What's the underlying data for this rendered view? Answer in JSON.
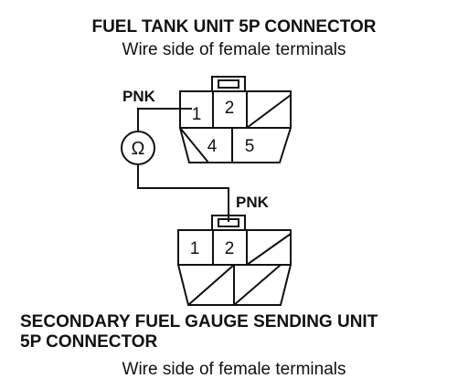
{
  "top_connector": {
    "title": "FUEL TANK UNIT 5P CONNECTOR",
    "subtitle": "Wire side of female terminals",
    "terminals": [
      "1",
      "2",
      "4",
      "5"
    ],
    "wire_label": "PNK"
  },
  "meter": {
    "symbol": "Ω"
  },
  "bottom_connector": {
    "title_line1": "SECONDARY FUEL GAUGE SENDING UNIT",
    "title_line2": "5P CONNECTOR",
    "subtitle": "Wire side of female terminals",
    "terminals": [
      "1",
      "2"
    ],
    "wire_label": "PNK"
  },
  "colors": {
    "ink": "#111111",
    "background": "#ffffff"
  }
}
